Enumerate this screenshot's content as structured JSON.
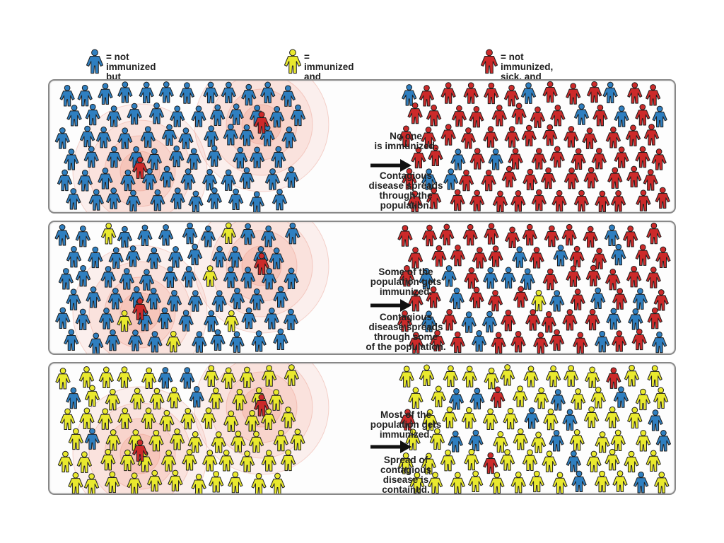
{
  "legend": [
    {
      "label": "= not immunized but\nstill healthy",
      "color": "#2f7fc0",
      "icon": "blue-person-icon"
    },
    {
      "label": "= immunized and\nhealthy",
      "color": "#e9e92e",
      "icon": "yellow-person-icon"
    },
    {
      "label": "= not immunized,\nsick, and contagious",
      "color": "#cc2a2a",
      "icon": "red-person-icon"
    }
  ],
  "panels": [
    {
      "top_caption": "No one\nis immunized.",
      "bottom_caption": "Contagious\ndisease spreads\nthrough the\npopulation.",
      "left_yellow_share": 0.0,
      "right_red_share": 0.9
    },
    {
      "top_caption": "Some of the\npopulation gets\nimmunized.",
      "bottom_caption": "Contagious\ndisease spreads\nthrough some\nof the population.",
      "left_yellow_share": 0.12,
      "right_red_share": 0.72
    },
    {
      "top_caption": "Most of the\npopulation gets\nimmunized.",
      "bottom_caption": "Spread of\ncontagious\ndisease is\ncontained.",
      "left_yellow_share": 0.85,
      "right_red_share": 0.04
    }
  ],
  "colors": {
    "not_immunized_healthy": "#2f7fc0",
    "immunized_healthy": "#e9e92e",
    "sick_contagious": "#cc2a2a",
    "outline": "#1d1d1d",
    "ripple": "#f4b4a4"
  }
}
